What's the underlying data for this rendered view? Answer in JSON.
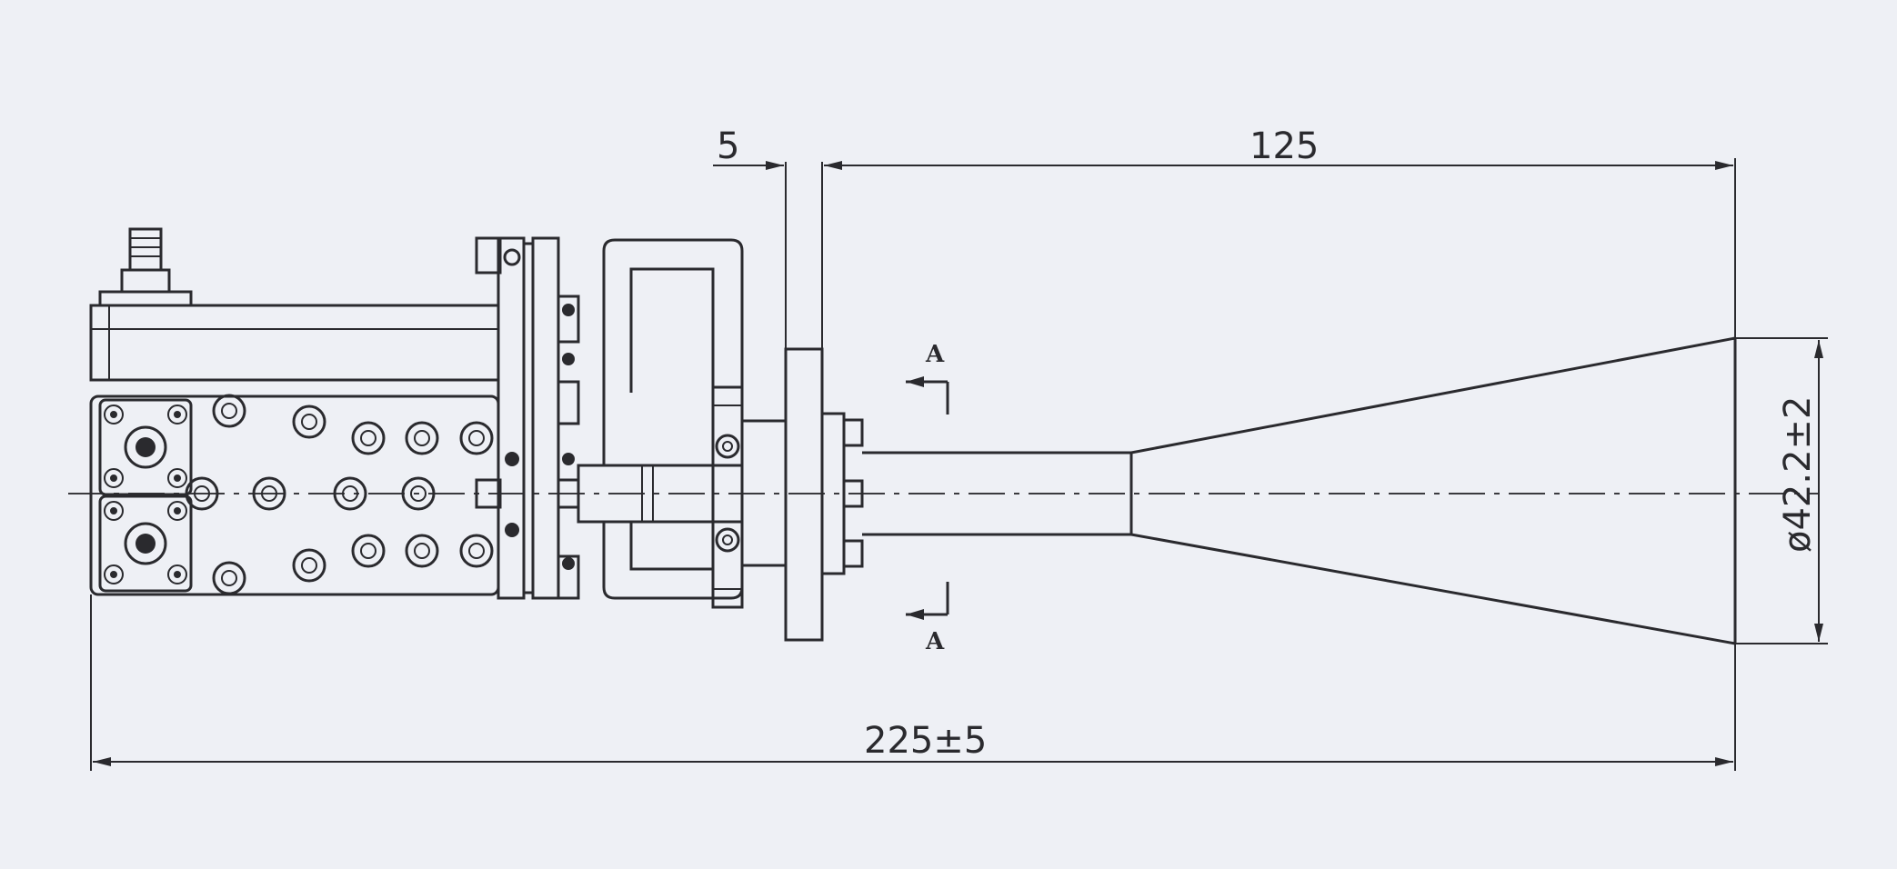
{
  "dimensions": {
    "flange_thickness": "5",
    "horn_length": "125",
    "overall_length": "225±5",
    "aperture_diameter": "ø42.2±2"
  },
  "section_marks": {
    "top": "A",
    "bottom": "A"
  },
  "colors": {
    "paper": "#eef0f5",
    "ink": "#2a2a2e"
  }
}
